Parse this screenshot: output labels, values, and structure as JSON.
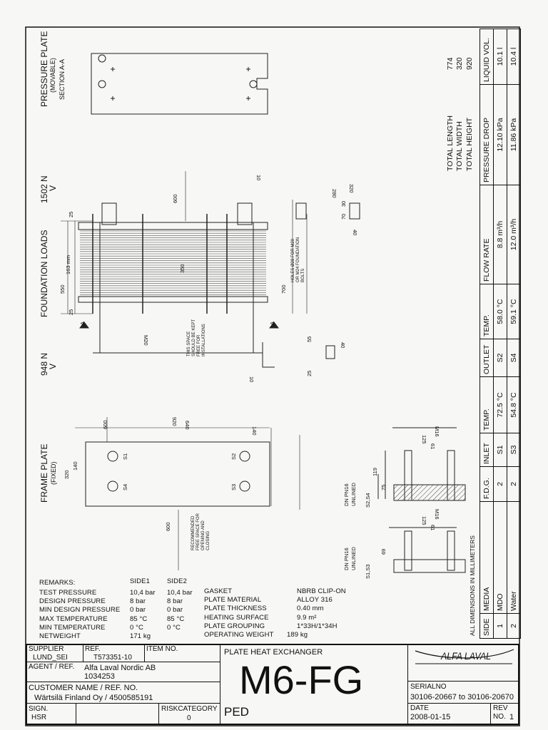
{
  "views": {
    "pressure_plate": {
      "title": "PRESSURE PLATE",
      "sub1": "(MOVABLE)",
      "sub2": "SECTION A-A"
    },
    "foundation": {
      "load_top": "1502 N",
      "arrow_top": "V",
      "title": "FOUNDATION LOADS",
      "load_bottom": "948 N",
      "arrow_bottom": "V"
    },
    "frame_plate": {
      "title": "FRAME PLATE",
      "sub": "(FIXED)"
    }
  },
  "dimensions": {
    "d600_top": "600",
    "d10_top": "10",
    "d25_a": "25",
    "d163": "163 mm",
    "d550": "550",
    "d350": "350",
    "d25_b": "25",
    "d700": "700",
    "m20": "M20",
    "d320": "320",
    "d280": "280",
    "d70": "70",
    "d30": "30",
    "d40_a": "40",
    "d55": "55",
    "d40_b": "40",
    "d25_c": "25",
    "d10_b": "10",
    "section_a1": "A",
    "section_a2": "A",
    "d600_frame": "600",
    "d920": "920",
    "d640": "640",
    "d140_a": "140",
    "d320_frame": "320",
    "d140_b": "140",
    "s1": "S1",
    "s2": "S2",
    "s3": "S3",
    "s4": "S4",
    "d600_free": "600",
    "d119": "119",
    "d75": "75",
    "m16_a": "M16",
    "d125_a": "125",
    "d61_a": "61",
    "d69": "69",
    "m16_b": "M16",
    "d125_b": "125",
    "d61_b": "61"
  },
  "notes": {
    "free_space": "THIS SPACE SHOULD BE KEPT FREE FOR INSTALLATIONS",
    "holes": "HOLES Ø28 FOR M20 OR M24 FOUNDATION BOLTS",
    "recommended": "RECOMMENDED FREE SPACE FOR OPENING AND CLOSING",
    "conn_top_a": "DN PN16",
    "conn_top_b": "UNLINED",
    "conn_top_c": "S2,S4",
    "conn_bot_a": "DN PN16",
    "conn_bot_b": "UNLINED",
    "conn_bot_c": "S1,S3"
  },
  "totals": [
    {
      "label": "TOTAL LENGTH",
      "value": "774"
    },
    {
      "label": "TOTAL WIDTH",
      "value": "320"
    },
    {
      "label": "TOTAL HEIGHT",
      "value": "920"
    }
  ],
  "all_dimensions_note": "ALL DIMENSIONS IN MILLIMETERS",
  "media_table": {
    "headers": [
      "SIDE",
      "MEDIA",
      "F.D.G.",
      "INLET",
      "TEMP.",
      "OUTLET",
      "TEMP.",
      "FLOW RATE",
      "PRESSURE DROP",
      "LIQUID VOL."
    ],
    "rows": [
      [
        "1",
        "MDO",
        "2",
        "S1",
        "72.5 °C",
        "S2",
        "58.0 °C",
        "8.8 m³/h",
        "12.10 kPa",
        "10.1 l"
      ],
      [
        "2",
        "Water",
        "2",
        "S3",
        "54.8 °C",
        "S4",
        "59.1 °C",
        "12.0 m³/h",
        "11.86 kPa",
        "10.4 l"
      ]
    ]
  },
  "remarks": {
    "label": "REMARKS:",
    "side1": "SIDE1",
    "side2": "SIDE2",
    "rows": [
      {
        "label": "TEST PRESSURE",
        "s1": "10,4 bar",
        "s2": "10,4 bar"
      },
      {
        "label": "DESIGN PRESSURE",
        "s1": "8 bar",
        "s2": "8 bar"
      },
      {
        "label": "MIN DESIGN PRESSURE",
        "s1": "0 bar",
        "s2": "0 bar"
      },
      {
        "label": "MAX TEMPERATURE",
        "s1": "85 °C",
        "s2": "85 °C"
      },
      {
        "label": "MIN TEMPERATURE",
        "s1": "0 °C",
        "s2": "0 °C"
      },
      {
        "label": "NETWEIGHT",
        "s1": "171 kg",
        "s2": ""
      }
    ],
    "specs": [
      {
        "label": "GASKET",
        "value": "NBRB CLIP-ON"
      },
      {
        "label": "PLATE MATERIAL",
        "value": "ALLOY 316"
      },
      {
        "label": "PLATE THICKNESS",
        "value": "0.40 mm"
      },
      {
        "label": "HEATING SURFACE",
        "value": "9.9 m²"
      },
      {
        "label": "PLATE GROUPING",
        "value": "1*33H/1*34H"
      },
      {
        "label": "OPERATING WEIGHT",
        "value": "189 kg"
      }
    ]
  },
  "title_block": {
    "supplier_label": "SUPPLIER",
    "supplier": "LUND_SEI",
    "ref_label": "REF.",
    "ref": "T573351-10",
    "item_label": "ITEM NO.",
    "agent_label": "AGENT / REF.",
    "agent": "Alfa Laval Nordic AB",
    "agent_ref": "1034253",
    "customer_label": "CUSTOMER NAME / REF. NO.",
    "customer": "Wärtsilä Finland Oy / 4500585191",
    "sign_label": "SIGN.",
    "sign": "HSR",
    "risk_label": "RISKCATEGORY",
    "risk": "0",
    "product_type": "PLATE HEAT EXCHANGER",
    "model": "M6-FG",
    "ped": "PED",
    "logo": "ALFA LAVAL",
    "serial_label": "SERIALNO",
    "serial": "30106-20667 to 30106-20670",
    "date_label": "DATE",
    "date": "2008-01-15",
    "rev_label": "REV",
    "rev_no_label": "NO.",
    "rev": "1"
  }
}
